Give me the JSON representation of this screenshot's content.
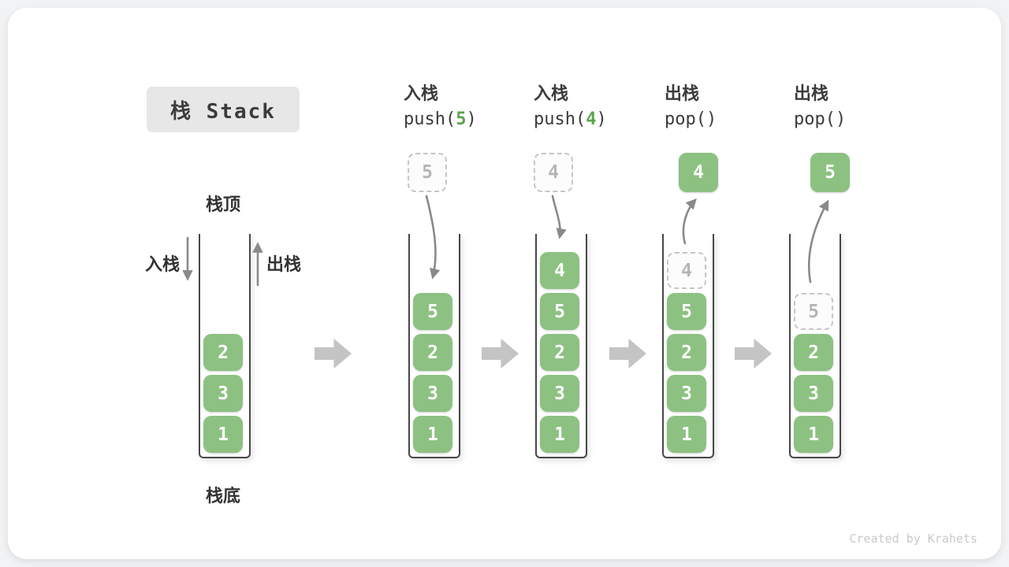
{
  "title": "栈 Stack",
  "watermark": "Created by Krahets",
  "annotations": {
    "stack_top": "栈顶",
    "stack_bottom": "栈底",
    "push_side_label": "入栈",
    "pop_side_label": "出栈"
  },
  "operations": [
    {
      "name": "入栈",
      "code_pre": "push(",
      "arg": "5",
      "code_post": ")"
    },
    {
      "name": "入栈",
      "code_pre": "push(",
      "arg": "4",
      "code_post": ")"
    },
    {
      "name": "出栈",
      "code_pre": "pop(",
      "arg": "",
      "code_post": ")"
    },
    {
      "name": "出栈",
      "code_pre": "pop(",
      "arg": "",
      "code_post": ")"
    }
  ],
  "stacks": [
    {
      "items": [
        {
          "value": "1"
        },
        {
          "value": "3"
        },
        {
          "value": "2"
        }
      ],
      "floating": null,
      "arrow": null
    },
    {
      "items": [
        {
          "value": "1"
        },
        {
          "value": "3"
        },
        {
          "value": "2"
        },
        {
          "value": "5"
        }
      ],
      "floating": {
        "value": "5",
        "ghost": true
      },
      "arrow": "push"
    },
    {
      "items": [
        {
          "value": "1"
        },
        {
          "value": "3"
        },
        {
          "value": "2"
        },
        {
          "value": "5"
        },
        {
          "value": "4"
        }
      ],
      "floating": {
        "value": "4",
        "ghost": true
      },
      "arrow": "push"
    },
    {
      "items": [
        {
          "value": "1"
        },
        {
          "value": "3"
        },
        {
          "value": "2"
        },
        {
          "value": "5"
        },
        {
          "value": "4",
          "ghost": true
        }
      ],
      "floating": {
        "value": "4",
        "ghost": false
      },
      "arrow": "pop"
    },
    {
      "items": [
        {
          "value": "1"
        },
        {
          "value": "3"
        },
        {
          "value": "2"
        },
        {
          "value": "5",
          "ghost": true
        }
      ],
      "floating": {
        "value": "5",
        "ghost": false
      },
      "arrow": "pop"
    }
  ],
  "colors": {
    "item_green": "#8dc182",
    "arg_green": "#5ba34e",
    "arrow_gray": "#8a8a8a",
    "block_arrow_gray": "#c4c4c4",
    "title_bg": "#e7e7e7",
    "text_dark": "#3b3b3b"
  }
}
